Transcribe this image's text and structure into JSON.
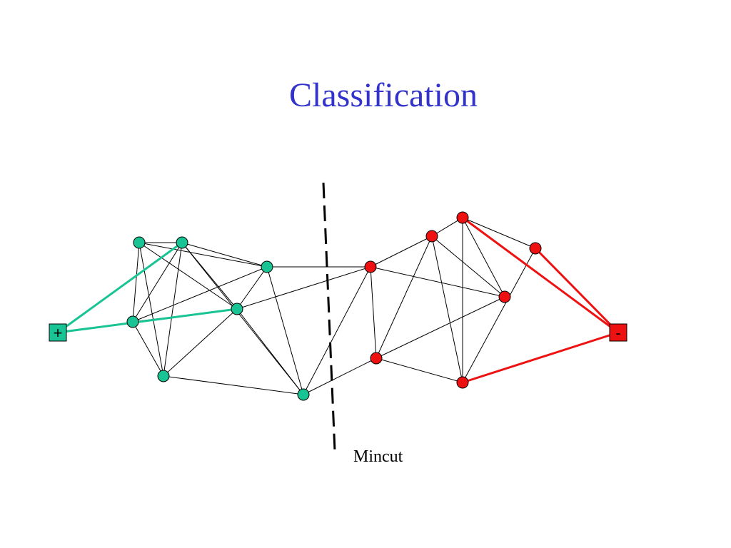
{
  "slide": {
    "title": "Classification"
  },
  "colors": {
    "title": "#3333cc",
    "positive": "#18c493",
    "negative": "#ee1111",
    "edge": "#000000"
  },
  "graph": {
    "positive_terminal": {
      "id": "plus",
      "label": "+",
      "class": "positive"
    },
    "negative_terminal": {
      "id": "minus",
      "label": "-",
      "class": "negative"
    },
    "nodes": [
      {
        "id": "g1",
        "class": "positive"
      },
      {
        "id": "g2",
        "class": "positive"
      },
      {
        "id": "g3",
        "class": "positive"
      },
      {
        "id": "g4",
        "class": "positive"
      },
      {
        "id": "g5",
        "class": "positive"
      },
      {
        "id": "g6",
        "class": "positive"
      },
      {
        "id": "g7",
        "class": "positive"
      },
      {
        "id": "r1",
        "class": "negative"
      },
      {
        "id": "r2",
        "class": "negative"
      },
      {
        "id": "r3",
        "class": "negative"
      },
      {
        "id": "r4",
        "class": "negative"
      },
      {
        "id": "r5",
        "class": "negative"
      },
      {
        "id": "r6",
        "class": "negative"
      },
      {
        "id": "r7",
        "class": "negative"
      }
    ],
    "edges": [
      [
        "g1",
        "g2"
      ],
      [
        "g1",
        "g3"
      ],
      [
        "g1",
        "g4"
      ],
      [
        "g1",
        "g5"
      ],
      [
        "g1",
        "g6"
      ],
      [
        "g2",
        "g3"
      ],
      [
        "g2",
        "g4"
      ],
      [
        "g2",
        "g5"
      ],
      [
        "g2",
        "g6"
      ],
      [
        "g2",
        "g7"
      ],
      [
        "g3",
        "g4"
      ],
      [
        "g3",
        "g5"
      ],
      [
        "g3",
        "g7"
      ],
      [
        "g3",
        "r1"
      ],
      [
        "g4",
        "g6"
      ],
      [
        "g4",
        "g5"
      ],
      [
        "g5",
        "g6"
      ],
      [
        "g5",
        "g7"
      ],
      [
        "g5",
        "r1"
      ],
      [
        "g6",
        "g7"
      ],
      [
        "g7",
        "r1"
      ],
      [
        "g7",
        "r3"
      ],
      [
        "r1",
        "r2"
      ],
      [
        "r1",
        "r3"
      ],
      [
        "r1",
        "r5"
      ],
      [
        "r2",
        "r4"
      ],
      [
        "r2",
        "r5"
      ],
      [
        "r2",
        "r6"
      ],
      [
        "r2",
        "r3"
      ],
      [
        "r3",
        "r6"
      ],
      [
        "r3",
        "r5"
      ],
      [
        "r4",
        "r6"
      ],
      [
        "r4",
        "r5"
      ],
      [
        "r4",
        "r7"
      ],
      [
        "r6",
        "r7"
      ],
      [
        "r6",
        "r4"
      ]
    ],
    "terminal_edges": [
      [
        "plus",
        "g2"
      ],
      [
        "plus",
        "g5"
      ],
      [
        "minus",
        "r4"
      ],
      [
        "minus",
        "r6"
      ],
      [
        "minus",
        "r7"
      ]
    ]
  },
  "cut": {
    "label": "Mincut"
  }
}
